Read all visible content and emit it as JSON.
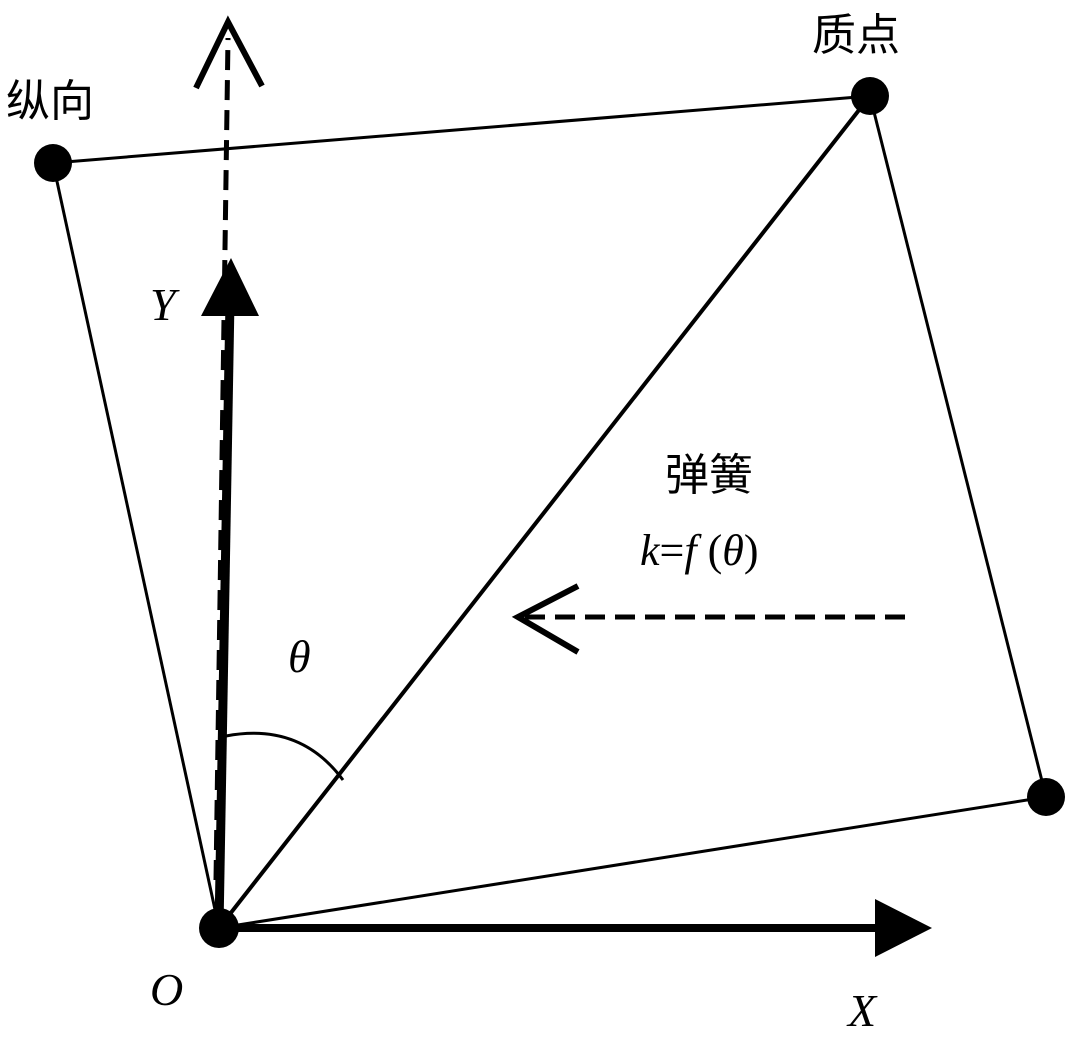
{
  "labels": {
    "mass_point": "质点",
    "longitudinal": "纵向",
    "spring": "弹簧",
    "y_axis": "Y",
    "x_axis": "X",
    "origin": "O",
    "angle": "θ"
  },
  "formula": {
    "k": "k",
    "equals": "=",
    "f": "f",
    "open_paren": " (",
    "theta": "θ",
    "close_paren": ")"
  },
  "colors": {
    "ink": "#000000",
    "background": "#ffffff"
  }
}
